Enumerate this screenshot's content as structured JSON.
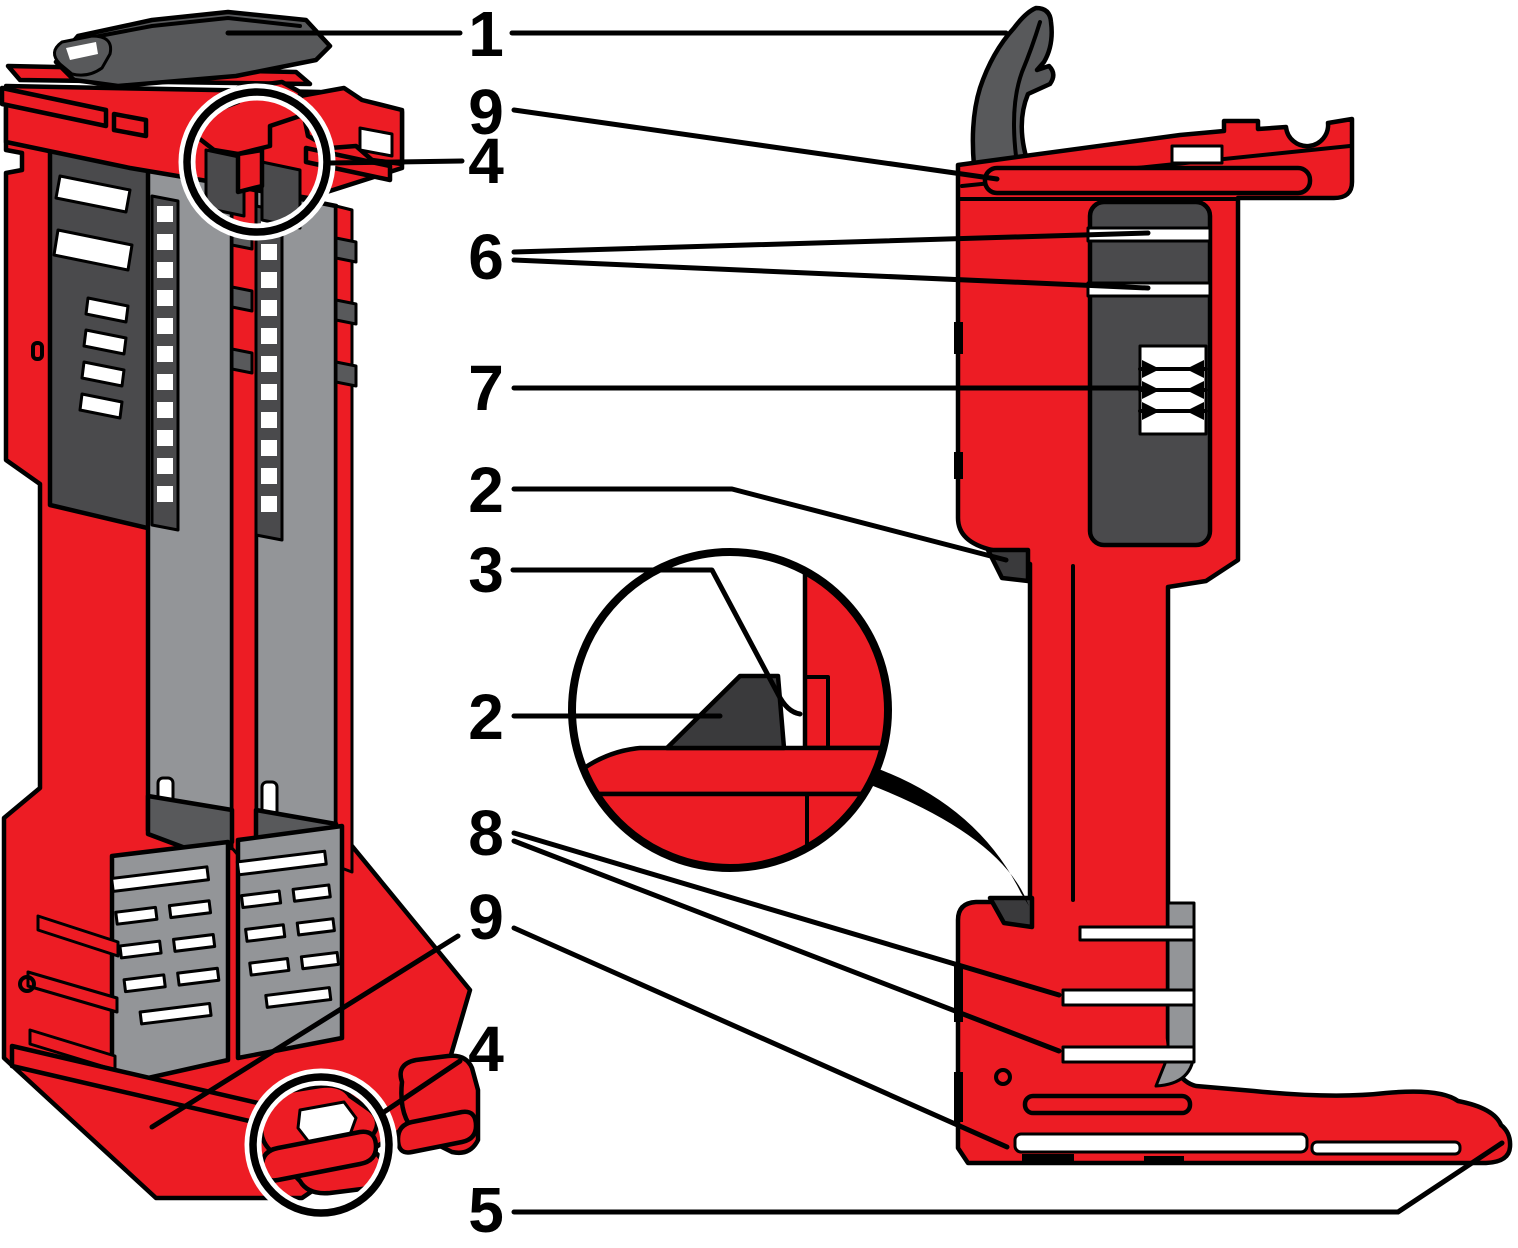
{
  "diagram": {
    "callouts": [
      {
        "id": "callout-1",
        "label": "1"
      },
      {
        "id": "callout-9-top",
        "label": "9"
      },
      {
        "id": "callout-4-top",
        "label": "4"
      },
      {
        "id": "callout-6",
        "label": "6"
      },
      {
        "id": "callout-7",
        "label": "7"
      },
      {
        "id": "callout-2-top",
        "label": "2"
      },
      {
        "id": "callout-3",
        "label": "3"
      },
      {
        "id": "callout-2-detail",
        "label": "2"
      },
      {
        "id": "callout-8",
        "label": "8"
      },
      {
        "id": "callout-9-bottom",
        "label": "9"
      },
      {
        "id": "callout-4-bottom",
        "label": "4"
      },
      {
        "id": "callout-5",
        "label": "5"
      }
    ],
    "colors": {
      "red": "#ED1C24",
      "dark-gray": "#4A4A4C",
      "latch-gray": "#58595B",
      "mid-gray": "#939598",
      "wedge-gray": "#3A3A3C",
      "outline": "#000000",
      "white": "#FFFFFF"
    }
  }
}
